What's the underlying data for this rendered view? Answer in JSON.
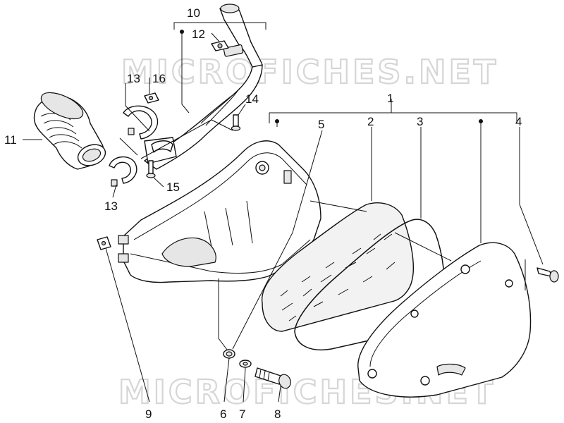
{
  "watermark": {
    "top": "MICROFICHES.NET",
    "bottom": "MICROFICHES.NET"
  },
  "callouts": [
    {
      "id": "1",
      "label": "1"
    },
    {
      "id": "2",
      "label": "2"
    },
    {
      "id": "3",
      "label": "3"
    },
    {
      "id": "4",
      "label": "4"
    },
    {
      "id": "5",
      "label": "5"
    },
    {
      "id": "6",
      "label": "6"
    },
    {
      "id": "7",
      "label": "7"
    },
    {
      "id": "8",
      "label": "8"
    },
    {
      "id": "9",
      "label": "9"
    },
    {
      "id": "10",
      "label": "10"
    },
    {
      "id": "11",
      "label": "11"
    },
    {
      "id": "12",
      "label": "12"
    },
    {
      "id": "13a",
      "label": "13"
    },
    {
      "id": "13b",
      "label": "13"
    },
    {
      "id": "14",
      "label": "14"
    },
    {
      "id": "15",
      "label": "15"
    },
    {
      "id": "16",
      "label": "16"
    }
  ]
}
